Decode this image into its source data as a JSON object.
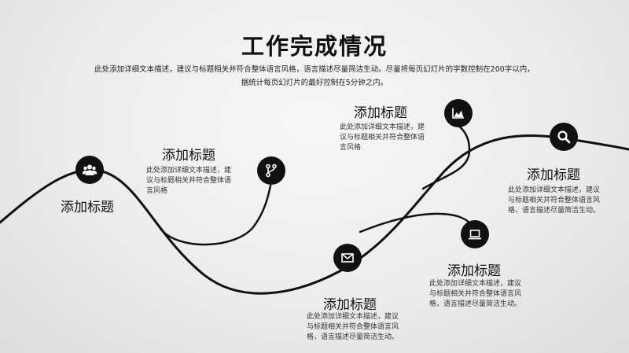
{
  "page": {
    "title": "工作完成情况",
    "intro_lines": [
      "此处添加详细文本描述，建议与标题相关并符合整体语言风格，语言描述尽量简洁生动。尽量将每页幻灯片的字数控制在200字以内，",
      "据统计每页幻灯片的最好控制在5分钟之内。"
    ]
  },
  "items": [
    {
      "icon": "users-icon",
      "heading": "添加标题",
      "desc_lines": []
    },
    {
      "icon": "branch-icon",
      "heading": "添加标题",
      "desc_lines": [
        "此处添加详细文本描述，建",
        "议与标题相关并符合整体语",
        "言风格"
      ]
    },
    {
      "icon": "mail-icon",
      "heading": "添加标题",
      "desc_lines": [
        "此处添加详细文本描述，建议",
        "与标题相关并符合整体语言风",
        "格，语言描述尽量简洁生动。"
      ]
    },
    {
      "icon": "chart-icon",
      "heading": "添加标题",
      "desc_lines": [
        "此处添加详细文本描述，建",
        "议与标题相关并符合整体语",
        "言风格"
      ]
    },
    {
      "icon": "laptop-icon",
      "heading": "添加标题",
      "desc_lines": [
        "此处添加详细文本描述，建议",
        "与标题相关并符合整体语言风",
        "格，语言描述尽量简洁生动。"
      ]
    },
    {
      "icon": "search-icon",
      "heading": "添加标题",
      "desc_lines": [
        "此处添加详细文本描述，建议",
        "与标题相关并符合整体语言风",
        "格，语言描述尽量简洁生动。"
      ]
    }
  ]
}
